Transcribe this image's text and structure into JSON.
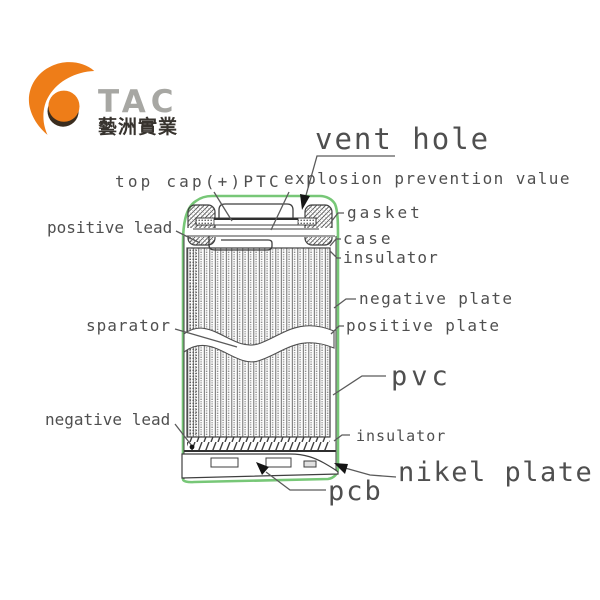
{
  "logo": {
    "brand": "TAC",
    "subtitle": "藝洲實業",
    "accent_color": "#ee7d18",
    "brand_text_color": "#a7a7a3"
  },
  "diagram": {
    "outline_color": "#70c470",
    "line_color": "#3f3f3f",
    "label_color": "#4f4f4f",
    "labels": {
      "vent_hole": "vent hole",
      "explosion": "explosion prevention value",
      "top_cap": "top cap(+)PTC",
      "positive_lead": "positive lead",
      "gasket": "gasket",
      "case": "case",
      "insulator_top": "insulator",
      "negative_plate": "negative plate",
      "positive_plate": "positive plate",
      "sparator": "sparator",
      "pvc": "pvc",
      "negative_lead": "negative lead",
      "insulator_bottom": "insulator",
      "nikel_plate": "nikel plate",
      "pcb": "pcb"
    }
  }
}
